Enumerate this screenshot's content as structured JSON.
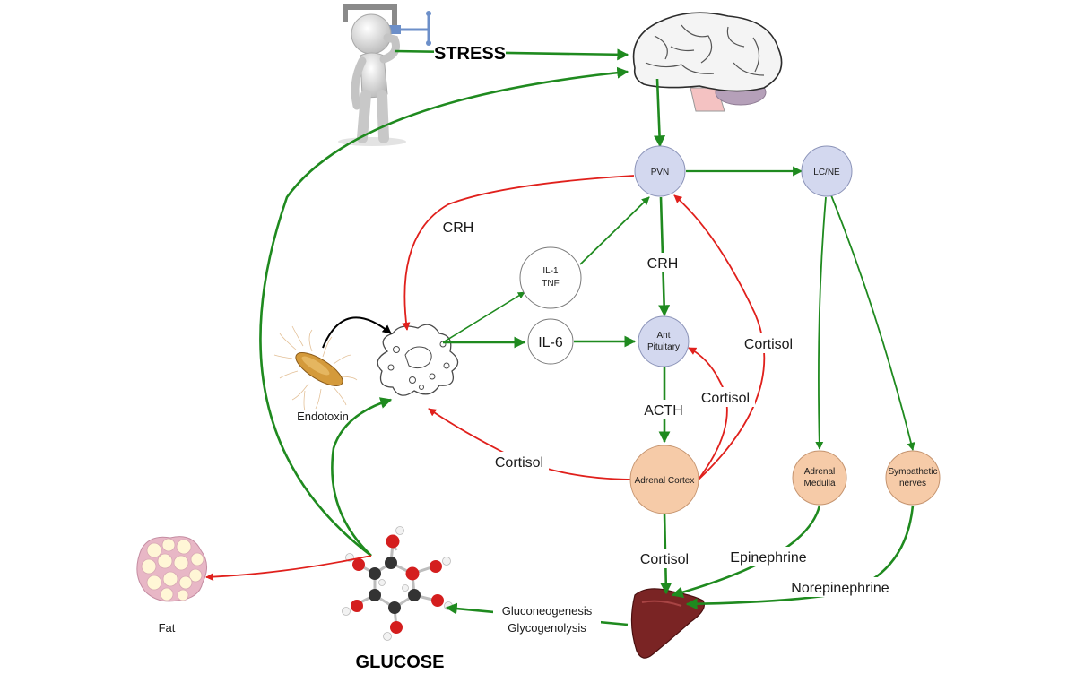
{
  "colors": {
    "stimulate": "#1f8a1f",
    "inhibit": "#e0201c",
    "node_blue": "#d3d8ef",
    "node_peach": "#f6cba8",
    "node_white": "#ffffff"
  },
  "labels": {
    "stress": "STRESS",
    "glucose": "GLUCOSE",
    "fat": "Fat",
    "endotoxin": "Endotoxin",
    "crh_left": "CRH",
    "crh_center": "CRH",
    "acth": "ACTH",
    "cortisol_right": "Cortisol",
    "cortisol_loop": "Cortisol",
    "cortisol_left": "Cortisol",
    "cortisol_bottom": "Cortisol",
    "epinephrine": "Epinephrine",
    "norepinephrine": "Norepinephrine",
    "gluconeogenesis": "Gluconeogenesis",
    "glycogenolysis": "Glycogenolysis"
  },
  "nodes": {
    "pvn": "PVN",
    "lcne": "LC/NE",
    "il1_line1": "IL-1",
    "il1_line2": "TNF",
    "il6": "IL-6",
    "antpit_line1": "Ant",
    "antpit_line2": "Pituitary",
    "adrenal_cortex": "Adrenal Cortex",
    "adrenal_medulla_line1": "Adrenal",
    "adrenal_medulla_line2": "Medulla",
    "symp_line1": "Sympathetic",
    "symp_line2": "nerves"
  },
  "icons": {
    "person": "stressed-person-icon",
    "brain": "brain-icon",
    "macrophage": "macrophage-icon",
    "bacterium": "bacterium-icon",
    "fat_cells": "fat-cells-icon",
    "glucose_molecule": "glucose-molecule-icon",
    "liver": "liver-icon"
  }
}
